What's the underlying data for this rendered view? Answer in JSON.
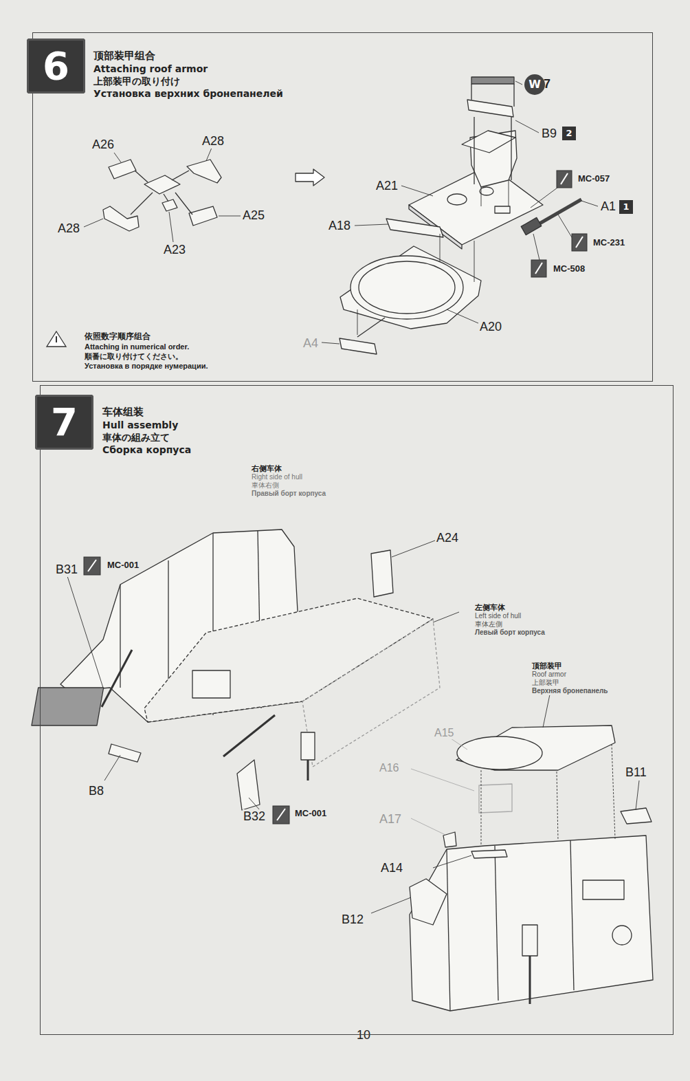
{
  "diagram": {
    "nodes": [
      {
        "text": [
          "6",
          "顶部装甲组合",
          "Attaching roof armor",
          "上部装甲の取り付け",
          "Установка верхних бронепанелей"
        ]
      },
      {
        "text": [
          "7",
          "车体组装",
          "Hull assembly",
          "車体の組み立て",
          "Сборка корпуса"
        ]
      },
      {
        "text": [
          "W"
        ],
        "in": 0
      },
      {
        "text": [
          "2"
        ],
        "in": 0
      },
      {
        "text": [
          "1"
        ],
        "in": 0
      }
    ],
    "labels": [
      "A26",
      "A28",
      "A28",
      "A25",
      "A23",
      "A21",
      "A18",
      "B9",
      "7",
      "MC-057",
      "A1",
      "MC-231",
      "MC-508",
      "A20",
      "A4",
      "依照数字顺序组合",
      "Attaching in numerical order.",
      "順番に取り付けてください。",
      "Установка в порядке нумерации.",
      "右侧车体",
      "Right side of hull",
      "車体右側",
      "Правый борт корпуса",
      "A24",
      "B31",
      "MC-001",
      "左侧车体",
      "Left side of hull",
      "車体左側",
      "Левый борт корпуса",
      "顶部装甲",
      "Roof armor",
      "上部装甲",
      "Верхняя бронепанель",
      "A15",
      "A16",
      "A17",
      "A14",
      "B11",
      "B12",
      "B8",
      "B32",
      "MC-001",
      "10"
    ]
  }
}
